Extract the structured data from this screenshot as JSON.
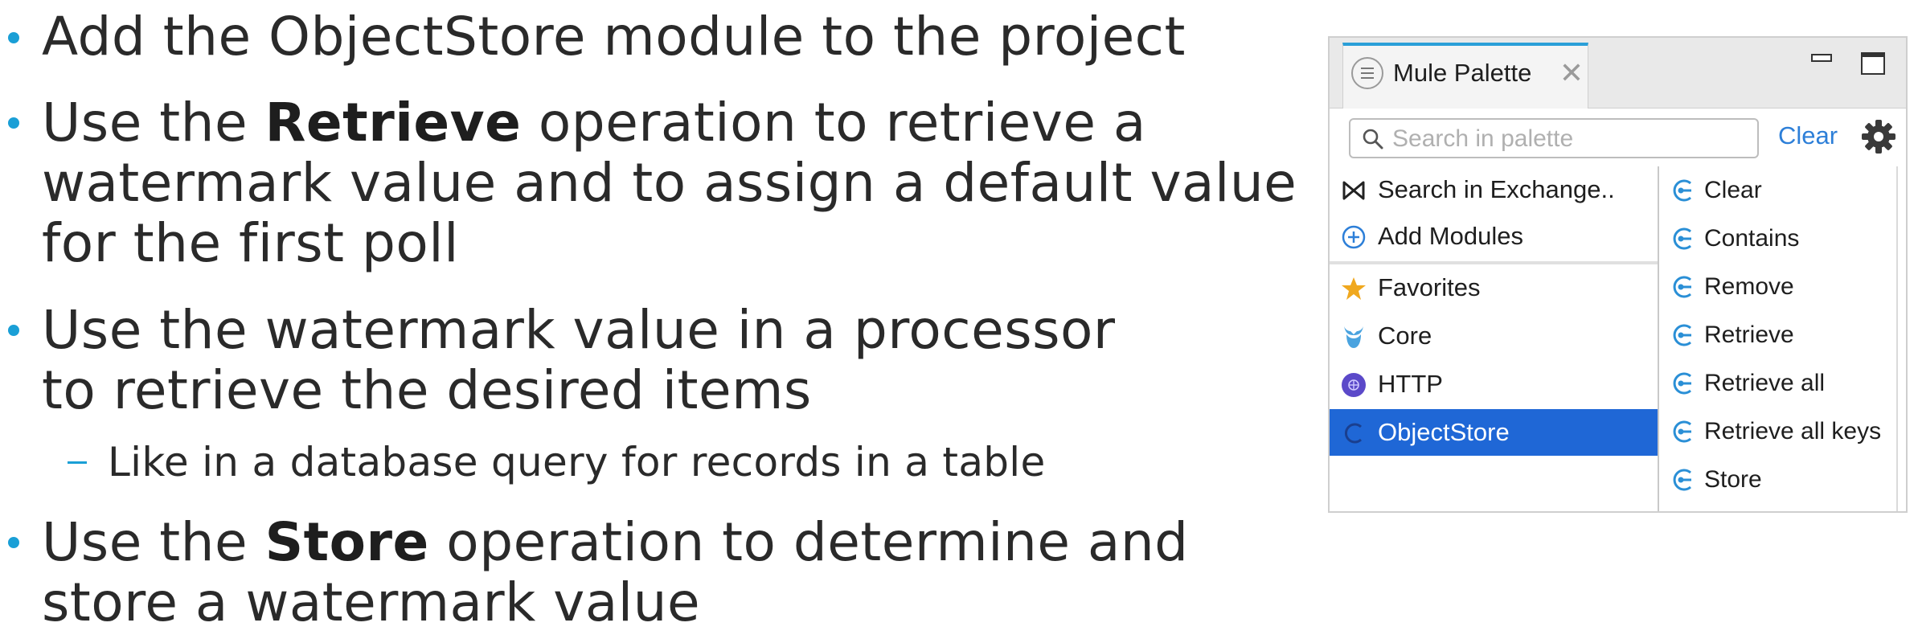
{
  "slide": {
    "bullets": [
      {
        "text": "Add the ObjectStore module to the project"
      },
      {
        "pre": "Use the ",
        "bold": "Retrieve",
        "post": " operation to retrieve a",
        "line2": "watermark value and to assign a default value",
        "line3": "for the first poll"
      },
      {
        "line1": "Use the watermark value in a processor",
        "line2": "to retrieve the desired items",
        "sub": "Like in a database query for records in a table"
      },
      {
        "pre": "Use the ",
        "bold": "Store",
        "post": " operation to determine and",
        "line2": "store a watermark value"
      }
    ]
  },
  "palette": {
    "tab_title": "Mule Palette",
    "search_placeholder": "Search in palette",
    "clear_label": "Clear",
    "accent_color": "#1f67d6",
    "top_items": [
      {
        "label": "Search in Exchange..",
        "icon": "exchange-icon"
      },
      {
        "label": "Add Modules",
        "icon": "add-circle-icon"
      }
    ],
    "modules": [
      {
        "label": "Favorites",
        "icon": "star-icon"
      },
      {
        "label": "Core",
        "icon": "mule-core-icon"
      },
      {
        "label": "HTTP",
        "icon": "http-globe-icon"
      },
      {
        "label": "ObjectStore",
        "icon": "objectstore-icon",
        "selected": true
      }
    ],
    "operations": [
      {
        "label": "Clear"
      },
      {
        "label": "Contains"
      },
      {
        "label": "Remove"
      },
      {
        "label": "Retrieve"
      },
      {
        "label": "Retrieve all"
      },
      {
        "label": "Retrieve all keys"
      },
      {
        "label": "Store"
      }
    ]
  }
}
